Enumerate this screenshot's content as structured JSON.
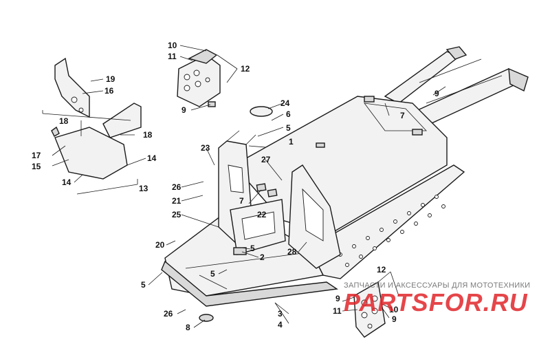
{
  "labels": {
    "l1": "1",
    "l2": "2",
    "l3": "3",
    "l4": "4",
    "l5a": "5",
    "l5b": "5",
    "l5c": "5",
    "l5d": "5",
    "l6": "6",
    "l7a": "7",
    "l7b": "7",
    "l8": "8",
    "l9a": "9",
    "l9b": "9",
    "l9c": "9",
    "l9d": "9",
    "l10a": "10",
    "l10b": "10",
    "l11a": "11",
    "l11b": "11",
    "l12a": "12",
    "l12b": "12",
    "l13": "13",
    "l14a": "14",
    "l14b": "14",
    "l15": "15",
    "l16": "16",
    "l17": "17",
    "l18a": "18",
    "l18b": "18",
    "l19": "19",
    "l20": "20",
    "l21": "21",
    "l22": "22",
    "l23": "23",
    "l24": "24",
    "l25": "25",
    "l26a": "26",
    "l26b": "26",
    "l27": "27",
    "l28": "28"
  },
  "watermark": {
    "caption": "ЗАПЧАСТИ И АКСЕССУАРЫ ДЛЯ МОТОТЕХНИКИ",
    "logo": "PARTSFOR.RU",
    "color": "#e0262a"
  }
}
